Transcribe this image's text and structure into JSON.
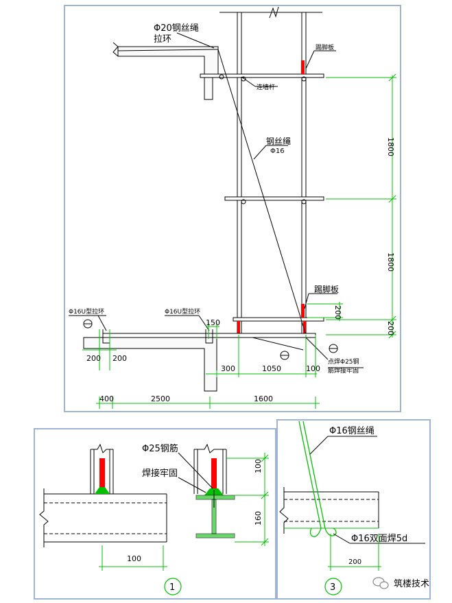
{
  "main": {
    "labels": {
      "wire_rope_20": "Φ20钢丝绳",
      "pull_ring": "拉环",
      "toe_board_top": "踢脚板",
      "connecting_rod": "连墙杆",
      "wire_rope": "钢丝绳",
      "phi16": "Φ16",
      "toe_board": "踢脚板",
      "u_ring_left": "Φ16U型拉环",
      "u_ring_mid": "Φ16U型拉环",
      "spot_weld_line1": "点焊Φ25钢",
      "spot_weld_line2": "筋焊接牢固"
    },
    "dims": {
      "d1800a": "1800",
      "d1800b": "1800",
      "d200a": "200",
      "d200b": "200",
      "d150": "150",
      "d200_l1": "200",
      "d200_l2": "200",
      "d300": "300",
      "d1050": "1050",
      "d100": "100",
      "d400": "400",
      "d2500": "2500",
      "d1600": "1600"
    }
  },
  "detail1": {
    "rebar": "Φ25钢筋",
    "weld": "焊接牢固",
    "d100_right": "100",
    "d160": "160",
    "d100_bottom": "100",
    "number": "1"
  },
  "detail3": {
    "rope": "Φ16钢丝绳",
    "weld": "Φ16双面焊5d",
    "d200": "200",
    "number": "3"
  },
  "watermark": "筑楼技术",
  "colors": {
    "frame": "#9db4d6",
    "dimension": "#00c000",
    "toe_board": "#ff0000"
  }
}
